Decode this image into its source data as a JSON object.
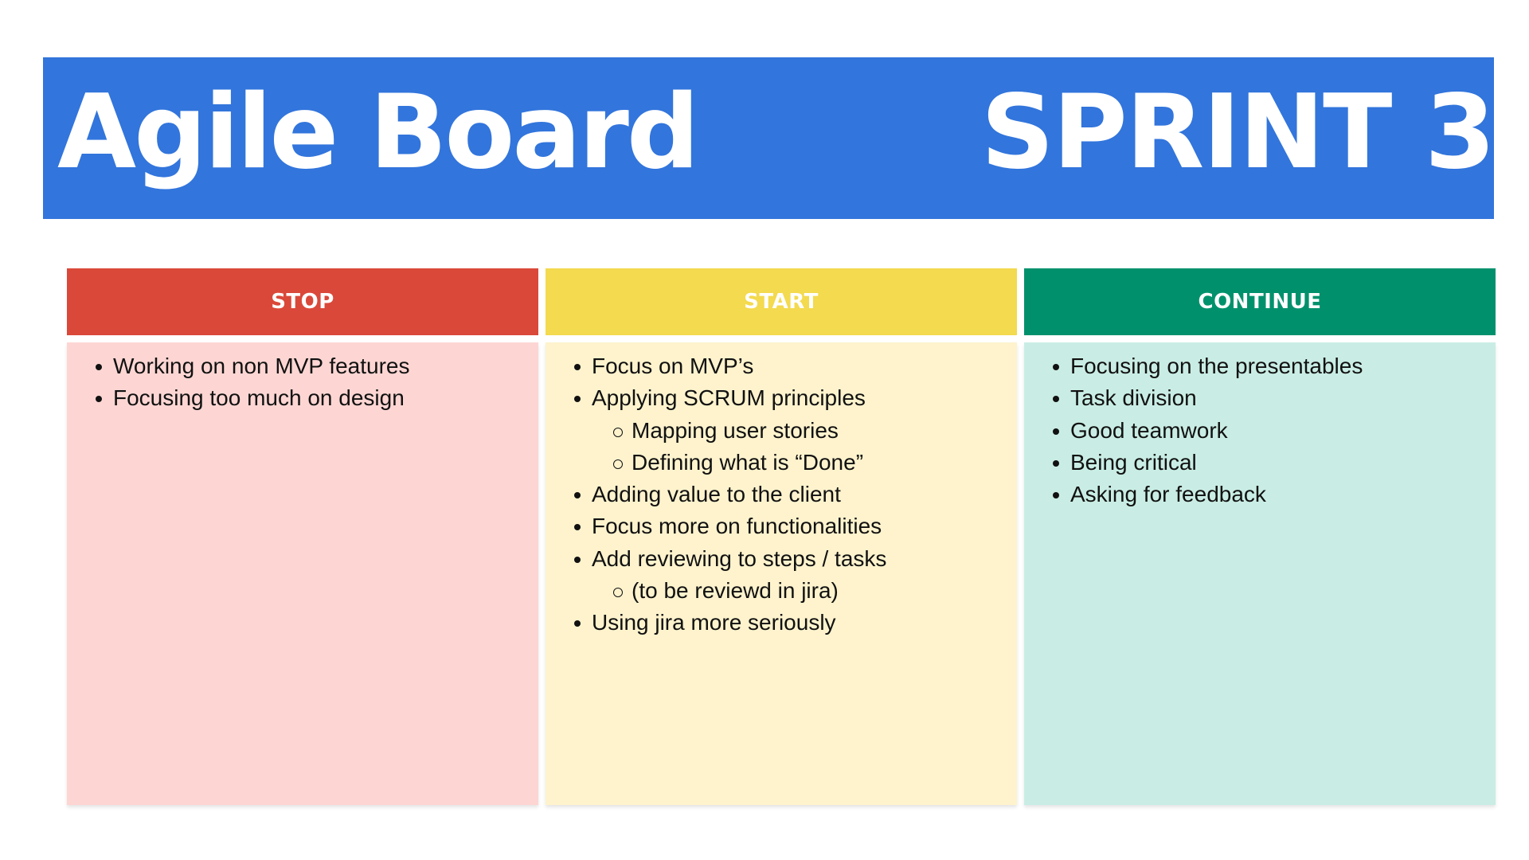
{
  "banner": {
    "title": "Agile Board",
    "sprint": "SPRINT 3",
    "color": "#3275dc"
  },
  "columns": [
    {
      "header": "STOP",
      "header_color": "#da4839",
      "body_color": "#fdd6d3",
      "items": [
        {
          "text": "Working on non MVP features",
          "level": 1
        },
        {
          "text": "Focusing too much on design",
          "level": 1
        }
      ]
    },
    {
      "header": "START",
      "header_color": "#f3da4e",
      "body_color": "#fef3cd",
      "items": [
        {
          "text": "Focus on MVP’s",
          "level": 1
        },
        {
          "text": "Applying SCRUM principles",
          "level": 1
        },
        {
          "text": "Mapping user stories",
          "level": 2
        },
        {
          "text": "Defining what is “Done”",
          "level": 2
        },
        {
          "text": "Adding value to the client",
          "level": 1
        },
        {
          "text": "Focus more on functionalities",
          "level": 1
        },
        {
          "text": "Add reviewing to steps / tasks",
          "level": 1
        },
        {
          "text": "(to be reviewd in jira)",
          "level": 2
        },
        {
          "text": "Using jira more seriously",
          "level": 1
        }
      ]
    },
    {
      "header": "CONTINUE",
      "header_color": "#00916c",
      "body_color": "#c9ede4",
      "items": [
        {
          "text": "Focusing on the presentables",
          "level": 1
        },
        {
          "text": "Task division",
          "level": 1
        },
        {
          "text": "Good teamwork",
          "level": 1
        },
        {
          "text": "Being critical",
          "level": 1
        },
        {
          "text": "Asking for feedback",
          "level": 1
        }
      ]
    }
  ]
}
